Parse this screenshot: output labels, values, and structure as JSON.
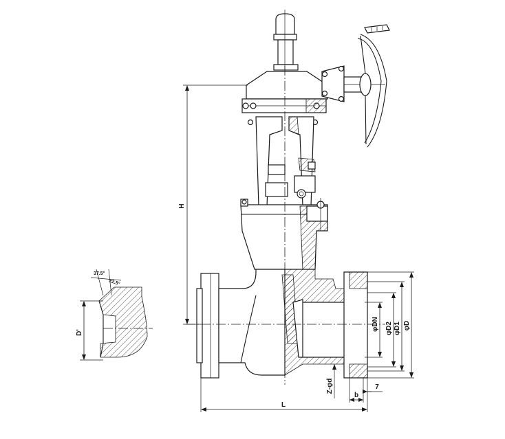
{
  "dimensions": {
    "height": "H",
    "length": "L",
    "nominal_diameter": "φDN",
    "d2": "φD2",
    "d1": "φD1",
    "d_outer": "φD",
    "bolt_holes": "Z-φd",
    "flange_thickness": "b",
    "raised_face": "7",
    "weld_end_diameter": "D'",
    "bevel_angle": "37.5°",
    "bevel_tolerance": "±2.5°"
  }
}
